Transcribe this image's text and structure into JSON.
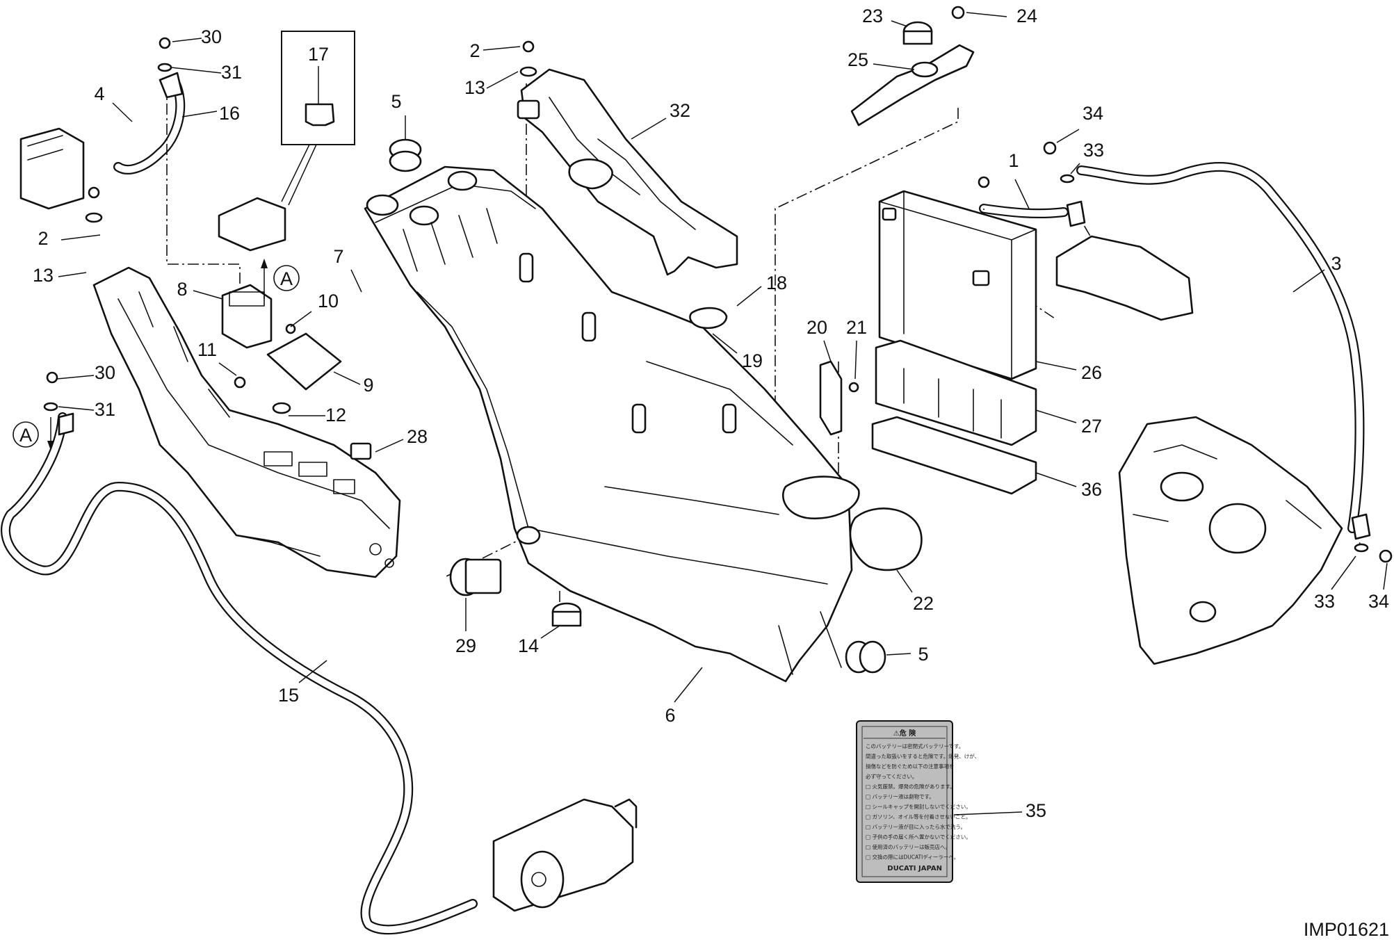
{
  "drawing_code": "IMP01621",
  "circle_marker": "A",
  "fuse_box_number": "17",
  "warning_label": {
    "title": "⚠危 険",
    "brand": "DUCATI JAPAN",
    "lines": [
      "このバッテリーは密閉式バッテリーです。",
      "間違った取扱いをすると危険です。爆発、けが、",
      "損傷などを防ぐため以下の注意事項を",
      "必ず守ってください。",
      "□ 火気厳禁。爆発の危険があります。",
      "□ バッテリー液は劇物です。",
      "□ シールキャップを開封しないでください。",
      "□ ガソリン、オイル等を付着させないこと。",
      "□ バッテリー液が目に入ったら水で洗う。",
      "□ 子供の手の届く所へ置かないでください。",
      "□ 使用済のバッテリーは販売店へ。",
      "□ 交換の際にはDUCATIディーラーへ。"
    ]
  },
  "callouts": [
    {
      "id": "c30a",
      "text": "30"
    },
    {
      "id": "c31a",
      "text": "31"
    },
    {
      "id": "c4",
      "text": "4"
    },
    {
      "id": "c16",
      "text": "16"
    },
    {
      "id": "c2a",
      "text": "2"
    },
    {
      "id": "c13a",
      "text": "13"
    },
    {
      "id": "c8",
      "text": "8"
    },
    {
      "id": "c7",
      "text": "7"
    },
    {
      "id": "c10",
      "text": "10"
    },
    {
      "id": "c11",
      "text": "11"
    },
    {
      "id": "c9",
      "text": "9"
    },
    {
      "id": "c12",
      "text": "12"
    },
    {
      "id": "c30b",
      "text": "30"
    },
    {
      "id": "c31b",
      "text": "31"
    },
    {
      "id": "c28",
      "text": "28"
    },
    {
      "id": "c15",
      "text": "15"
    },
    {
      "id": "c5a",
      "text": "5"
    },
    {
      "id": "c2b",
      "text": "2"
    },
    {
      "id": "c13b",
      "text": "13"
    },
    {
      "id": "c32",
      "text": "32"
    },
    {
      "id": "c18",
      "text": "18"
    },
    {
      "id": "c19",
      "text": "19"
    },
    {
      "id": "c29",
      "text": "29"
    },
    {
      "id": "c14",
      "text": "14"
    },
    {
      "id": "c6",
      "text": "6"
    },
    {
      "id": "c23",
      "text": "23"
    },
    {
      "id": "c24",
      "text": "24"
    },
    {
      "id": "c25",
      "text": "25"
    },
    {
      "id": "c34a",
      "text": "34"
    },
    {
      "id": "c33a",
      "text": "33"
    },
    {
      "id": "c1",
      "text": "1"
    },
    {
      "id": "c3",
      "text": "3"
    },
    {
      "id": "c20",
      "text": "20"
    },
    {
      "id": "c21",
      "text": "21"
    },
    {
      "id": "c26",
      "text": "26"
    },
    {
      "id": "c27",
      "text": "27"
    },
    {
      "id": "c36",
      "text": "36"
    },
    {
      "id": "c22",
      "text": "22"
    },
    {
      "id": "c5b",
      "text": "5"
    },
    {
      "id": "c33b",
      "text": "33"
    },
    {
      "id": "c34b",
      "text": "34"
    },
    {
      "id": "c35",
      "text": "35"
    }
  ]
}
